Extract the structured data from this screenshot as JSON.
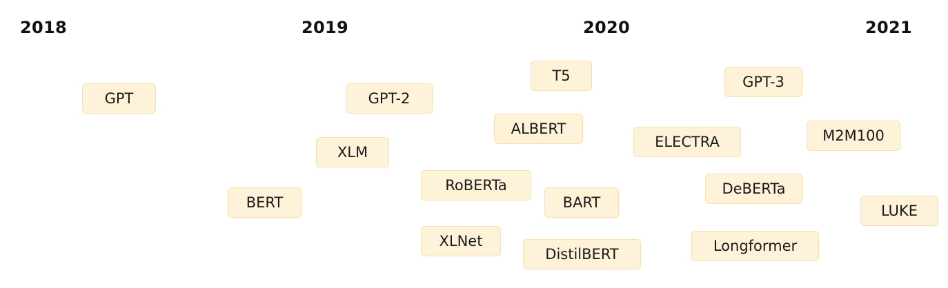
{
  "years": [
    "2018",
    "2019",
    "2020",
    "2021"
  ],
  "models": [
    {
      "id": "gpt",
      "label": "GPT"
    },
    {
      "id": "bert",
      "label": "BERT"
    },
    {
      "id": "gpt-2",
      "label": "GPT-2"
    },
    {
      "id": "xlm",
      "label": "XLM"
    },
    {
      "id": "roberta",
      "label": "RoBERTa"
    },
    {
      "id": "xlnet",
      "label": "XLNet"
    },
    {
      "id": "t5",
      "label": "T5"
    },
    {
      "id": "albert",
      "label": "ALBERT"
    },
    {
      "id": "bart",
      "label": "BART"
    },
    {
      "id": "distilbert",
      "label": "DistilBERT"
    },
    {
      "id": "gpt-3",
      "label": "GPT-3"
    },
    {
      "id": "electra",
      "label": "ELECTRA"
    },
    {
      "id": "deberta",
      "label": "DeBERTa"
    },
    {
      "id": "longformer",
      "label": "Longformer"
    },
    {
      "id": "m2m100",
      "label": "M2M100"
    },
    {
      "id": "luke",
      "label": "LUKE"
    }
  ],
  "colors": {
    "chip_fill": "#fef3d9",
    "chip_border": "#f7e0ad",
    "text": "#1a1a1a",
    "year_text": "#111111"
  }
}
